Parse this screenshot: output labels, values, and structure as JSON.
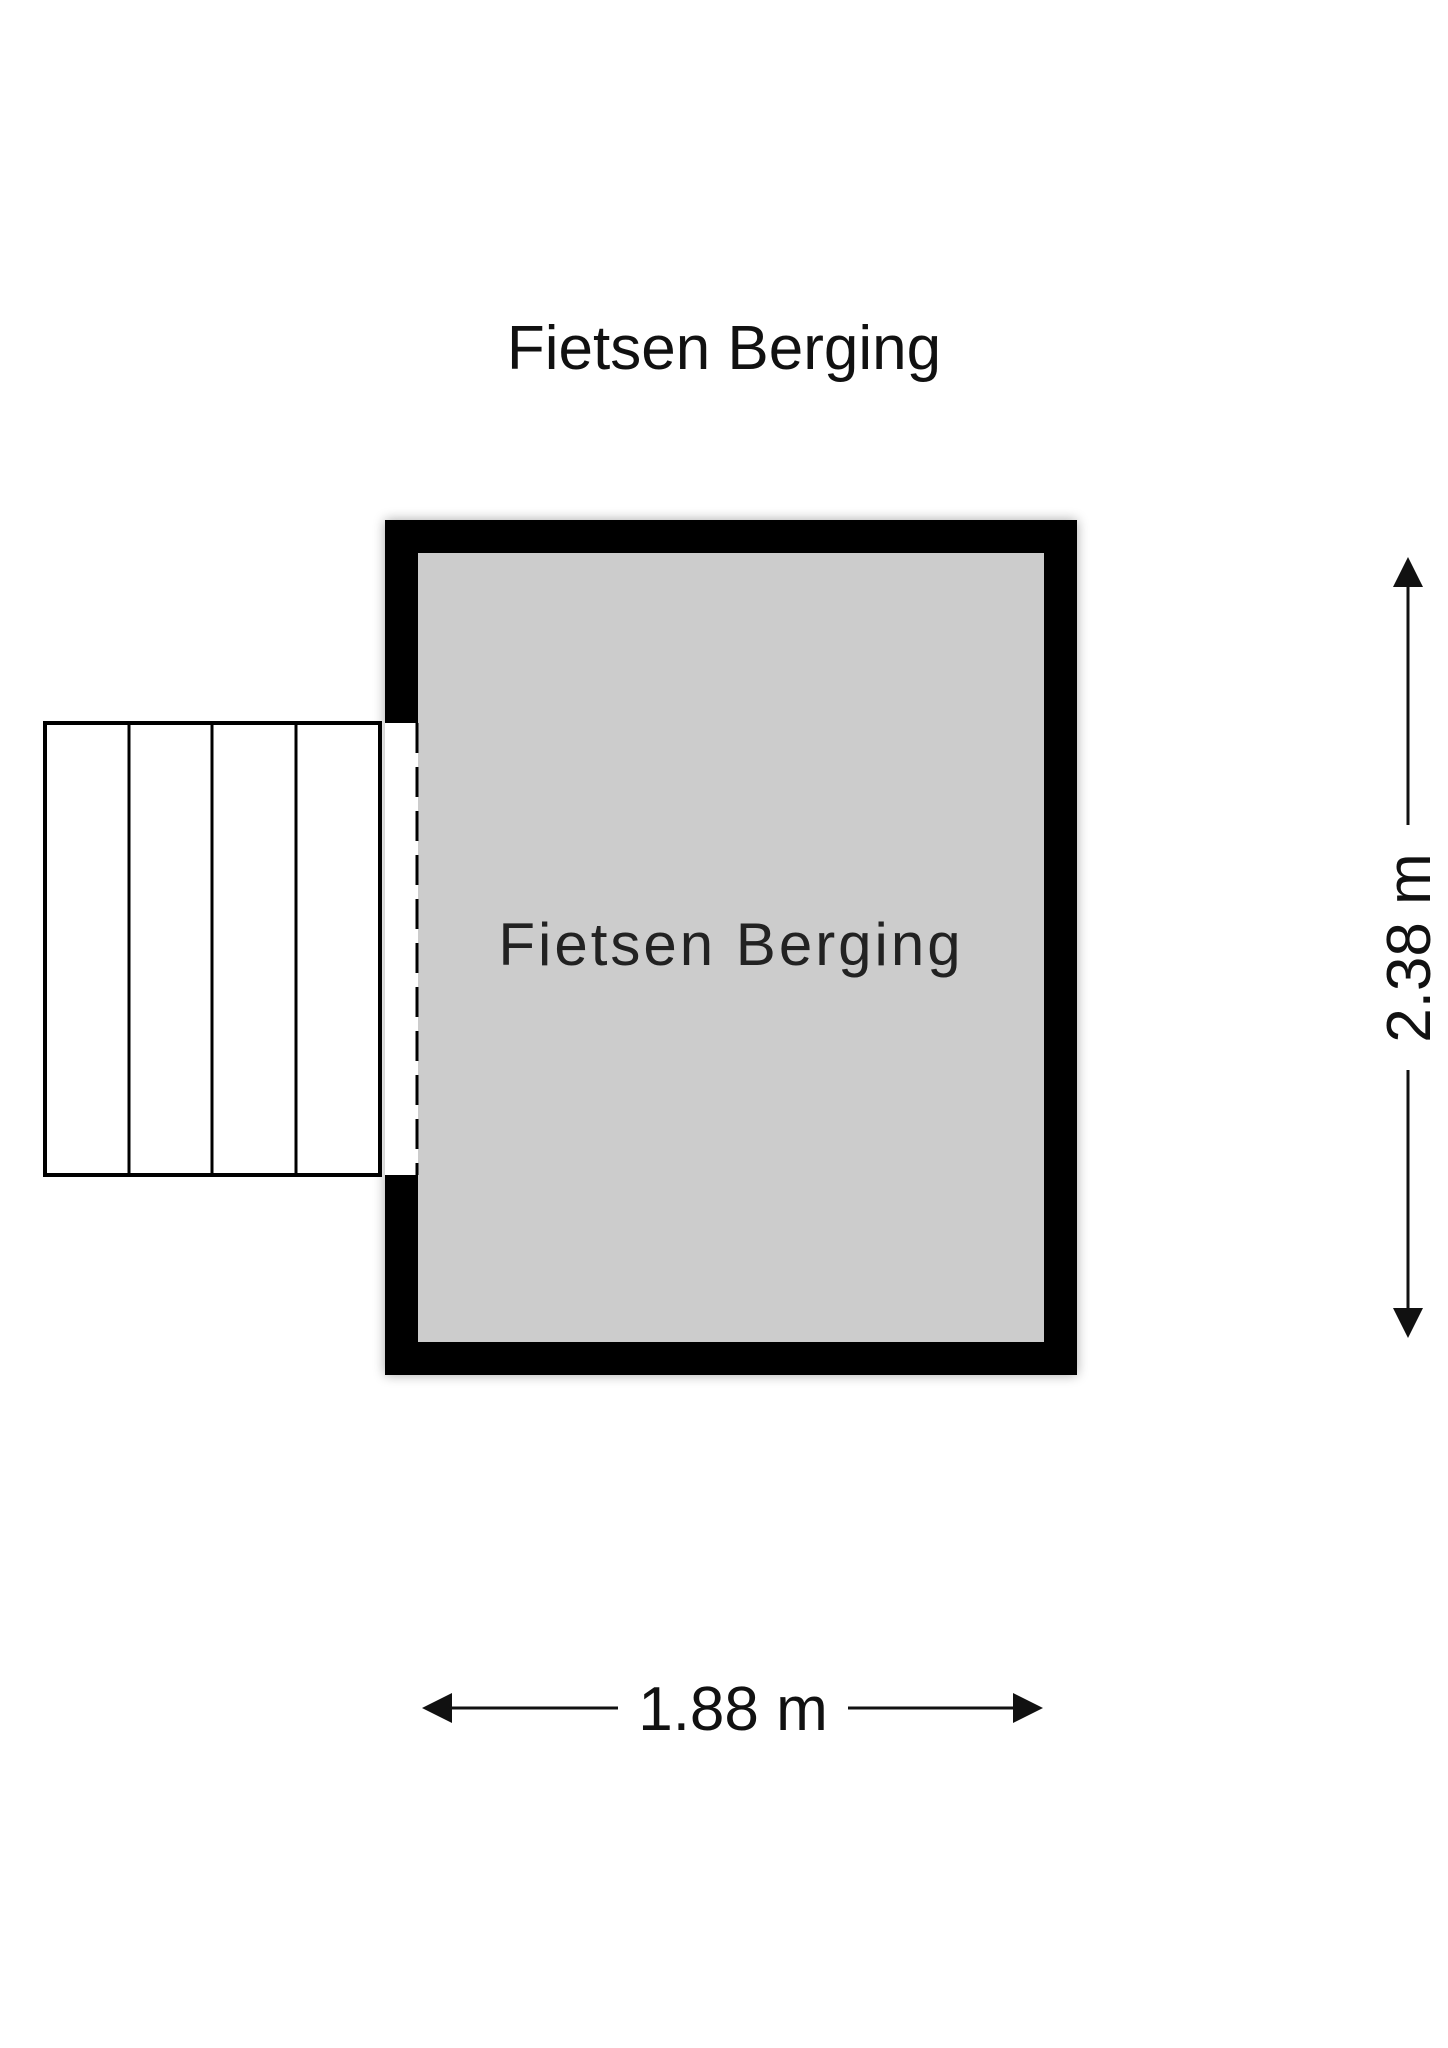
{
  "plan": {
    "title": "Fietsen Berging",
    "room": {
      "label": "Fietsen Berging",
      "floor_color": "#cccccc",
      "wall_color": "#000000"
    },
    "dimensions": {
      "width": "1.88 m",
      "depth": "2.38 m"
    }
  }
}
